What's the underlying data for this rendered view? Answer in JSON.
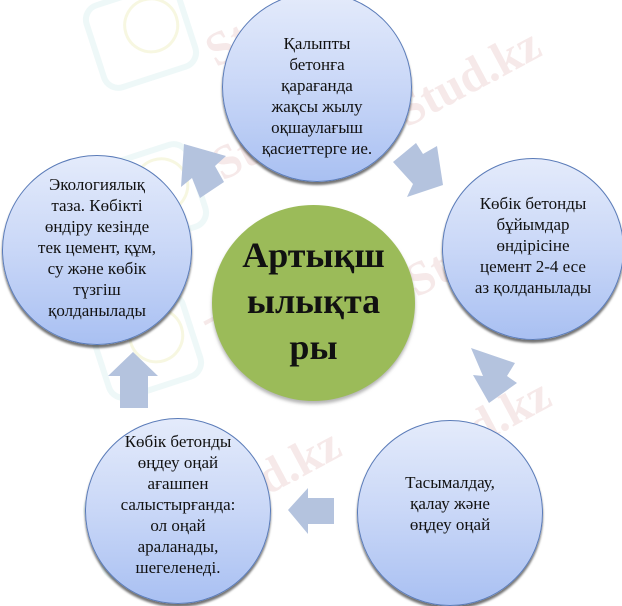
{
  "diagram": {
    "center": {
      "label": "Артықш\nылықта\nры",
      "color": "#9bbb59"
    },
    "nodes": [
      {
        "id": "top",
        "label": "Қалыпты\nбетонға\nқарағанда\nжақсы жылу\nоқшаулағыш\nқасиеттерге ие."
      },
      {
        "id": "right",
        "label": "Көбік бетонды\nбұйымдар\nөндірісіне\nцемент 2-4 есе\nаз қолданылады"
      },
      {
        "id": "bottom-right",
        "label": "Тасымалдау,\nқалау және\nөңдеу оңай"
      },
      {
        "id": "bottom-left",
        "label": "Көбік бетонды\nөңдеу оңай\nағашпен\nсалыстырғанда:\nол оңай\nараланады,\nшегеленеді."
      },
      {
        "id": "left",
        "label": "Экологиялық\nтаза. Көбікті\nөндіру кезінде\nтек цемент, құм,\nсу және көбік\nтүзгіш\nқолданылады"
      }
    ],
    "node_color": "#c9d7f7",
    "node_border": "#5a7bb8",
    "arrow_color": "#b4c3de"
  },
  "watermark": {
    "text_1": "Stud.kz",
    "text_2": "- Stud.kz",
    "text_3": "Stud.kz",
    "text_4": "- Stud.kz",
    "text_5": "Stud.kz",
    "text_6": "Stud.kz",
    "text_7": "Stud.kz"
  }
}
